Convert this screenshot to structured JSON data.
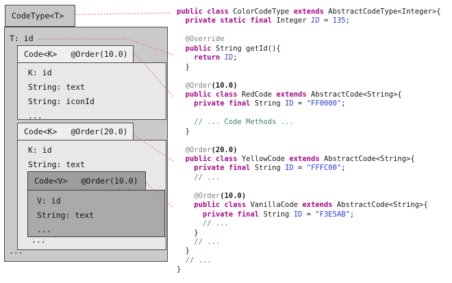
{
  "colors": {
    "keyword": "#a30a85",
    "string_literal": "#2a3ad2",
    "number_literal": "#2a3ad2",
    "static_field": "#5a3dc0",
    "comment": "#3f7f5f",
    "annotation": "#828282",
    "connector_line": "#e4736e",
    "outer_box_fill": "#cacaca",
    "inner_box_fill": "#e8e8e8",
    "nested_box_fill": "#aaaaaa"
  },
  "diagram": {
    "tab_label": "CodeType<T>",
    "type_param_label": "T: id",
    "outer_ellipsis": "...",
    "code_k1": {
      "title": "Code<K>",
      "order": "@Order(10.0)",
      "fields": [
        "K: id",
        "String: text",
        "String: iconId",
        "..."
      ]
    },
    "code_k2": {
      "title": "Code<K>",
      "order": "@Order(20.0)",
      "fields": [
        "K: id",
        "String: text"
      ],
      "ellipsis": "..."
    },
    "code_v": {
      "title": "Code<V>",
      "order": "@Order(10.0)",
      "fields": [
        "V: id",
        "String: text",
        "..."
      ]
    }
  },
  "code": {
    "lines": [
      [
        [
          "kw",
          "public class "
        ],
        [
          "pl",
          "ColorCodeType "
        ],
        [
          "kw",
          "extends "
        ],
        [
          "pl",
          "AbstractCodeType<Integer>{"
        ]
      ],
      [
        [
          "pl",
          "  "
        ],
        [
          "kw",
          "private static final "
        ],
        [
          "pl",
          "Integer "
        ],
        [
          "sfld",
          "ID"
        ],
        [
          "pl",
          " = "
        ],
        [
          "num",
          "135"
        ],
        [
          "pl",
          ";"
        ]
      ],
      [],
      [
        [
          "pl",
          "  "
        ],
        [
          "ann",
          "@Override"
        ]
      ],
      [
        [
          "pl",
          "  "
        ],
        [
          "kw",
          "public "
        ],
        [
          "pl",
          "String getId(){"
        ]
      ],
      [
        [
          "pl",
          "    "
        ],
        [
          "kw",
          "return "
        ],
        [
          "sfld",
          "ID"
        ],
        [
          "pl",
          ";"
        ]
      ],
      [
        [
          "pl",
          "  }"
        ]
      ],
      [],
      [
        [
          "pl",
          "  "
        ],
        [
          "ann",
          "@Order"
        ],
        [
          "plb",
          "(10.0)"
        ]
      ],
      [
        [
          "pl",
          "  "
        ],
        [
          "kw",
          "public class "
        ],
        [
          "pl",
          "RedCode "
        ],
        [
          "kw",
          "extends "
        ],
        [
          "pl",
          "AbstractCode<String>{"
        ]
      ],
      [
        [
          "pl",
          "    "
        ],
        [
          "kw",
          "private final "
        ],
        [
          "pl",
          "String "
        ],
        [
          "fld",
          "ID"
        ],
        [
          "pl",
          " = "
        ],
        [
          "str",
          "\"FF0000\""
        ],
        [
          "pl",
          ";"
        ]
      ],
      [],
      [
        [
          "pl",
          "    "
        ],
        [
          "cm",
          "// ... Code Methods ..."
        ]
      ],
      [
        [
          "pl",
          "  }"
        ]
      ],
      [],
      [
        [
          "pl",
          "  "
        ],
        [
          "ann",
          "@Order"
        ],
        [
          "plb",
          "(20.0)"
        ]
      ],
      [
        [
          "pl",
          "  "
        ],
        [
          "kw",
          "public class "
        ],
        [
          "pl",
          "YellowCode "
        ],
        [
          "kw",
          "extends "
        ],
        [
          "pl",
          "AbstractCode<String>{"
        ]
      ],
      [
        [
          "pl",
          "    "
        ],
        [
          "kw",
          "private final "
        ],
        [
          "pl",
          "String "
        ],
        [
          "fld",
          "ID"
        ],
        [
          "pl",
          " = "
        ],
        [
          "str",
          "\"FFFC00\""
        ],
        [
          "pl",
          ";"
        ]
      ],
      [
        [
          "pl",
          "    "
        ],
        [
          "cm",
          "// ..."
        ]
      ],
      [],
      [
        [
          "pl",
          "    "
        ],
        [
          "ann",
          "@Order"
        ],
        [
          "plb",
          "(10.0)"
        ]
      ],
      [
        [
          "pl",
          "    "
        ],
        [
          "kw",
          "public class "
        ],
        [
          "pl",
          "VanillaCode "
        ],
        [
          "kw",
          "extends "
        ],
        [
          "pl",
          "AbstractCode<String>{"
        ]
      ],
      [
        [
          "pl",
          "      "
        ],
        [
          "kw",
          "private final "
        ],
        [
          "pl",
          "String "
        ],
        [
          "fld",
          "ID"
        ],
        [
          "pl",
          " = "
        ],
        [
          "str",
          "\"F3E5AB\""
        ],
        [
          "pl",
          ";"
        ]
      ],
      [
        [
          "pl",
          "      "
        ],
        [
          "cm",
          "// ..."
        ]
      ],
      [
        [
          "pl",
          "    }"
        ]
      ],
      [
        [
          "pl",
          "    "
        ],
        [
          "cm",
          "// ..."
        ]
      ],
      [
        [
          "pl",
          "  }"
        ]
      ],
      [
        [
          "pl",
          "  "
        ],
        [
          "cm",
          "// ..."
        ]
      ],
      [
        [
          "pl",
          "}"
        ]
      ]
    ]
  }
}
